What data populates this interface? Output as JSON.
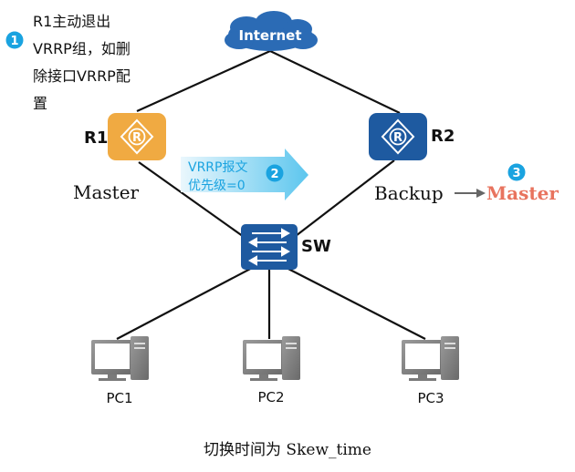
{
  "step1": {
    "number": "1",
    "lines": [
      "R1主动退出",
      "VRRP组，如删",
      "除接口VRRP配",
      "置"
    ]
  },
  "step2": {
    "number": "2",
    "lines": [
      "VRRP报文",
      "优先级=0"
    ]
  },
  "step3": {
    "number": "3",
    "label": "Master"
  },
  "internet": {
    "label": "Internet"
  },
  "r1": {
    "label": "R1",
    "role": "Master",
    "icon_letter": "R"
  },
  "r2": {
    "label": "R2",
    "role": "Backup",
    "icon_letter": "R"
  },
  "sw": {
    "label": "SW"
  },
  "pcs": [
    "PC1",
    "PC2",
    "PC3"
  ],
  "caption": "切换时间为 Skew_time",
  "colors": {
    "step_blue": "#1aa3e0",
    "r1_orange": "#f0aa42",
    "r2_blue": "#1e5aa0",
    "new_master": "#e8735e",
    "cloud": "#2b6bb5"
  }
}
